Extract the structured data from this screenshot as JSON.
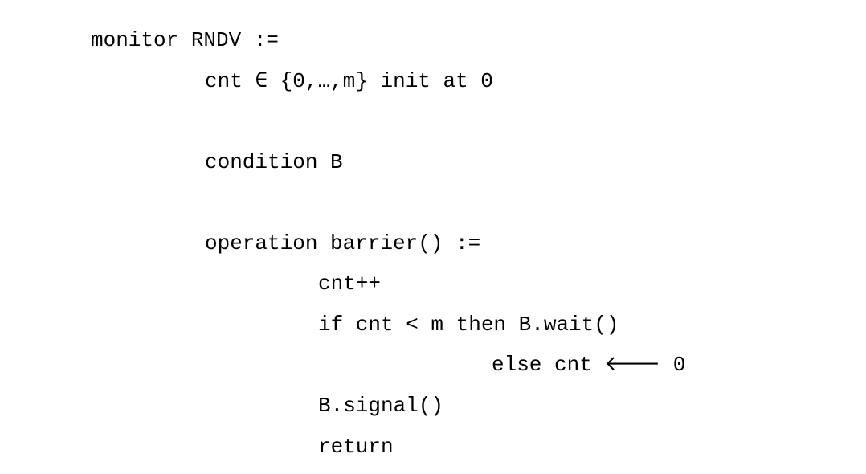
{
  "code": {
    "monitor_decl": "monitor RNDV :=",
    "cnt_decl": "cnt ∈ {0,…,m} init at 0",
    "condition_decl": "condition B",
    "operation_decl": "operation barrier() :=",
    "increment": "cnt++",
    "if_stmt": "if cnt < m then B.wait()",
    "else_stmt": "else cnt 🡐 0",
    "signal_stmt": "B.signal()",
    "return_stmt": "return"
  }
}
